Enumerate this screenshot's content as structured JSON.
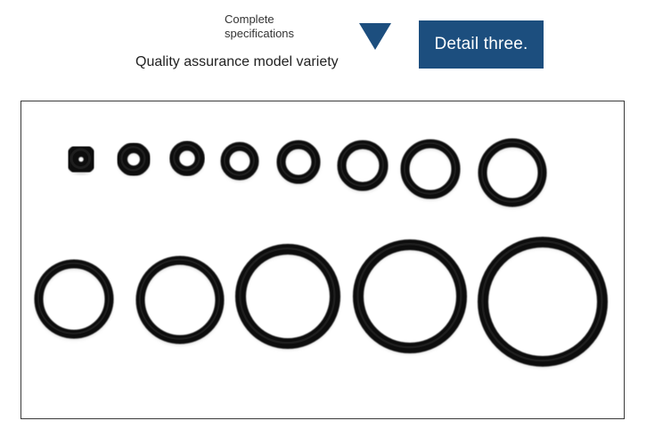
{
  "header": {
    "spec_label": "Complete\nspecifications",
    "tagline": "Quality assurance model variety",
    "badge_label": "Detail three."
  },
  "icons": {
    "arrow": "triangle-down-icon"
  },
  "colors": {
    "accent": "#1c4e7e",
    "ring": "#0a0a0a",
    "frame_border": "#3a3a3a"
  },
  "product_photo": {
    "subject": "o-rings",
    "rows": [
      {
        "ring_count": 8
      },
      {
        "ring_count": 5
      }
    ]
  }
}
